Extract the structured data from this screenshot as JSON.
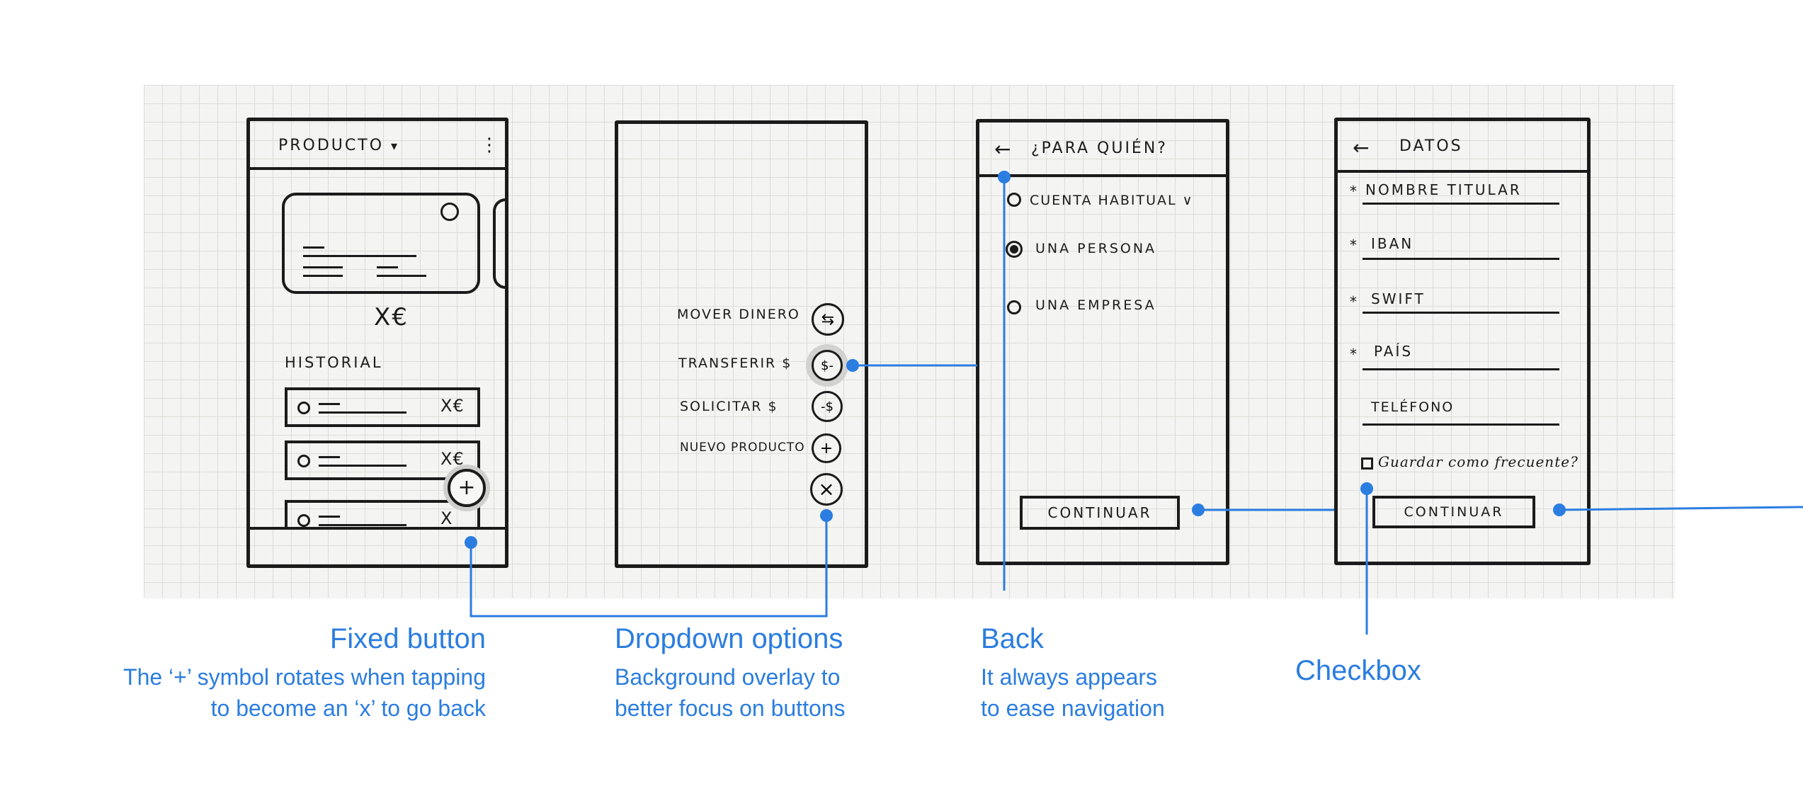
{
  "sketch1": {
    "header": "PRODUCTO",
    "header_arrow": "▾",
    "menu": "⋮",
    "amount": "X€",
    "history_label": "HISTORIAL",
    "rows": [
      {
        "amount": "X€"
      },
      {
        "amount": "X€"
      },
      {
        "amount": "X"
      }
    ],
    "fab_symbol": "+"
  },
  "sketch2": {
    "options": [
      {
        "label": "MOVER DINERO",
        "icon": "⇆"
      },
      {
        "label": "TRANSFERIR $",
        "icon": "$-"
      },
      {
        "label": "SOLICITAR $",
        "icon": "-$"
      },
      {
        "label": "NUEVO PRODUCTO",
        "icon": "+"
      }
    ],
    "close_symbol": "×"
  },
  "sketch3": {
    "back": "←",
    "title": "¿PARA QUIÉN?",
    "options": [
      {
        "label": "CUENTA HABITUAL ∨"
      },
      {
        "label": "UNA PERSONA"
      },
      {
        "label": "UNA EMPRESA"
      }
    ],
    "button": "CONTINUAR"
  },
  "sketch4": {
    "back": "←",
    "title": "DATOS",
    "fields": [
      {
        "mark": "*",
        "label": "NOMBRE TITULAR"
      },
      {
        "mark": "*",
        "label": "IBAN"
      },
      {
        "mark": "*",
        "label": "SWIFT"
      },
      {
        "mark": "*",
        "label": "PAÍS"
      },
      {
        "mark": "",
        "label": "TELÉFONO"
      }
    ],
    "checkbox_label": "Guardar como frecuente?",
    "button": "CONTINUAR"
  },
  "annotations": {
    "fixed_button": {
      "title": "Fixed button",
      "desc1": "The ‘+’ symbol rotates when tapping",
      "desc2": "to become an ‘x’ to go back"
    },
    "dropdown": {
      "title": "Dropdown options",
      "desc1": "Background overlay to",
      "desc2": "better focus on buttons"
    },
    "back": {
      "title": "Back",
      "desc1": "It always appears",
      "desc2": "to ease navigation"
    },
    "checkbox": {
      "title": "Checkbox"
    }
  },
  "colors": {
    "annotation_blue": "#2b7de0",
    "ink": "#1b1b1b",
    "paper": "#f4f4f2"
  }
}
